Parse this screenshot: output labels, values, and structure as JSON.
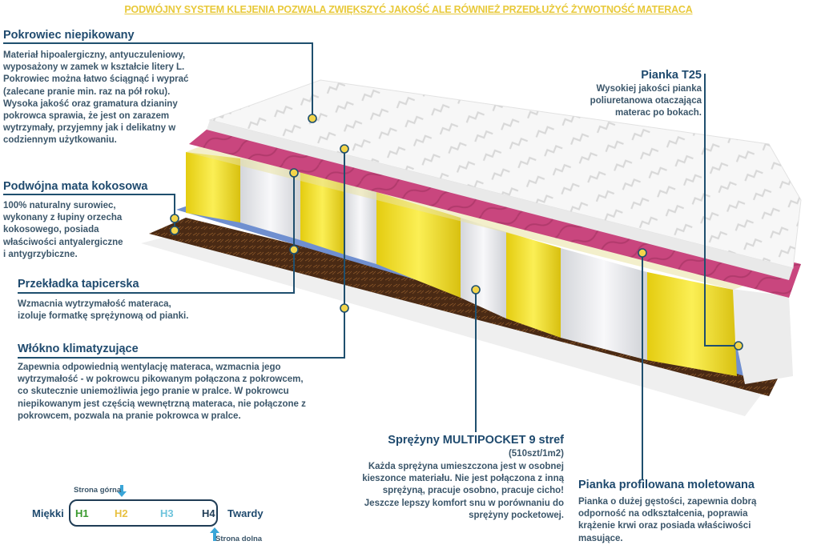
{
  "banner": "PODWÓJNY SYSTEM KLEJENIA POZWALA ZWIĘKSZYĆ JAKOŚĆ ALE RÓWNIEŻ PRZEDŁUŻYĆ ŻYWOTNOŚĆ MATERACA",
  "colors": {
    "banner": "#e8c93a",
    "heading": "#1f4a6e",
    "body_text": "#3b566a",
    "leader_line": "#1f4f6e",
    "marker_fill": "#f3d54a",
    "cover": "#f4f4f4",
    "profiled_foam": "#c9467e",
    "blue_layer": "#6f8fd0",
    "coconut_mat": "#4a2a14",
    "spring_yellow": "#f0de2a",
    "spring_white": "#e6e8ec"
  },
  "callouts": {
    "cover": {
      "title": "Pokrowiec  niepikowany",
      "lines": [
        "Materiał hipoalergiczny, antyuczuleniowy,",
        "wyposażony w zamek w kształcie litery L.",
        "Pokrowiec można łatwo ściągnąć i wyprać",
        "(zalecane pranie min.  raz na pół roku).",
        "Wysoka jakość oraz gramatura dzianiny",
        "pokrowca sprawia, że jest on zarazem",
        "wytrzymały, przyjemny jak i delikatny w",
        "codziennym użytkowaniu."
      ]
    },
    "coconut": {
      "title": "Podwójna mata kokosowa",
      "lines": [
        "100% naturalny surowiec,",
        "wykonany z łupiny orzecha",
        "kokosowego, posiada",
        "właściwości antyalergiczne",
        "i antygrzybiczne."
      ]
    },
    "spacer": {
      "title": "Przekładka tapicerska",
      "lines": [
        "Wzmacnia wytrzymałość materaca,",
        "izoluje formatkę sprężynową od pianki."
      ]
    },
    "fiber": {
      "title": "Włókno klimatyzujące",
      "lines": [
        "Zapewnia odpowiednią wentylację materaca, wzmacnia jego",
        "wytrzymałość - w pokrowcu pikowanym połączona z pokrowcem,",
        "co skutecznie uniemożliwia jego pranie w pralce. W pokrowcu",
        "niepikowanym jest częścią wewnętrzną materaca, nie połączone z",
        "pokrowcem, pozwala na pranie pokrowca w pralce."
      ]
    },
    "foam_t25": {
      "title": "Pianka T25",
      "lines": [
        "Wysokiej jakości pianka",
        "poliuretanowa otaczająca",
        "materac po bokach."
      ]
    },
    "springs": {
      "title": "Sprężyny MULTIPOCKET 9 stref",
      "subtitle": "(510szt/1m2)",
      "lines": [
        "Każda sprężyna umieszczona jest w osobnej",
        "kieszonce materiału. Nie jest połączona z inną",
        "sprężyną, pracuje osobno, pracuje cicho!",
        "Jeszcze lepszy komfort snu w porównaniu do",
        "sprężyny pocketowej."
      ]
    },
    "profiled_foam": {
      "title": "Pianka profilowana moletowana",
      "lines": [
        "Pianka o dużej gęstości, zapewnia dobrą",
        "odporność na odkształcenia, poprawia",
        "krążenie krwi oraz posiada właściwości",
        "masujące."
      ]
    }
  },
  "firmness_scale": {
    "soft_label": "Miękki",
    "hard_label": "Twardy",
    "top_side_label": "Strona górna",
    "bottom_side_label": "Strona dolna",
    "levels": [
      {
        "label": "H1",
        "color": "#3a9a2e"
      },
      {
        "label": "H2",
        "color": "#e8c040"
      },
      {
        "label": "H3",
        "color": "#6ec4dc"
      },
      {
        "label": "H4",
        "color": "#1f3c55"
      }
    ],
    "arrow_color": "#3aa6d8"
  }
}
